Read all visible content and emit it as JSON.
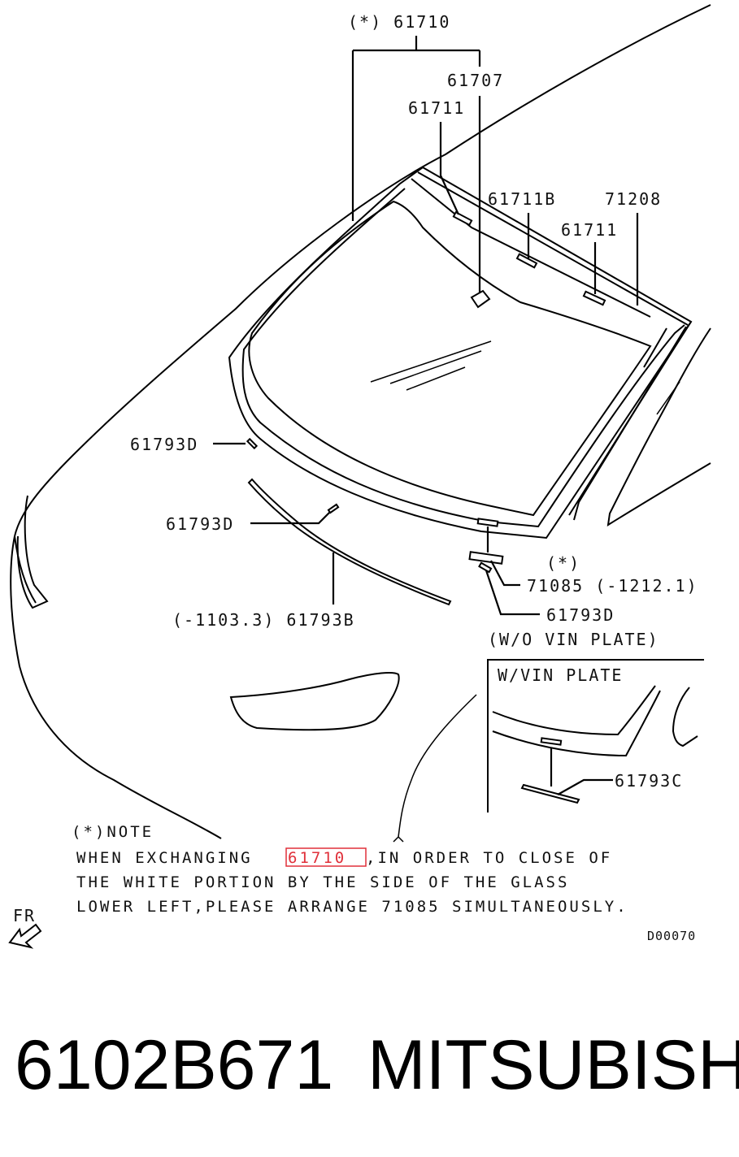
{
  "labels": {
    "assembly": "(*) 61710",
    "p61707": "61707",
    "p61711_top": "61711",
    "p61711b": "61711B",
    "p71208": "71208",
    "p61711_right": "61711",
    "p61793d_left": "61793D",
    "p61793d_mid": "61793D",
    "p61793b": "(-1103.3) 61793B",
    "asterisk": "(*)",
    "p71085": "71085 (-1212.1)",
    "p61793d_bottom": "61793D",
    "wo_vin": "(W/O VIN PLATE)",
    "w_vin": "W/VIN PLATE",
    "p61793c": "61793C"
  },
  "note": {
    "heading": "(*)NOTE",
    "line1_prefix": "WHEN EXCHANGING ",
    "line1_highlight": "61710",
    "line1_suffix": ",IN ORDER TO CLOSE OF",
    "line2": "THE WHITE PORTION BY THE SIDE OF THE GLASS",
    "line3": "LOWER LEFT,PLEASE ARRANGE 71085 SIMULTANEOUSLY."
  },
  "direction_label": "FR",
  "diagram_code": "D00070",
  "footer": {
    "part_number": "6102B671",
    "brand": "MITSUBISHI"
  },
  "colors": {
    "highlight": "#e0303a",
    "line": "#000000"
  }
}
